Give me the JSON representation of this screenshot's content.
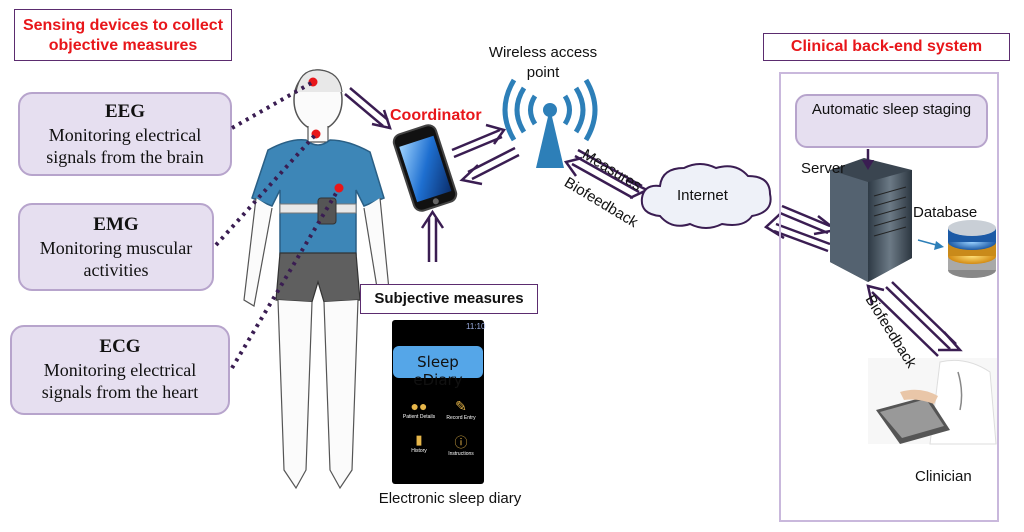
{
  "header": {
    "sensing_title": "Sensing devices to collect objective measures",
    "backend_title": "Clinical back-end system"
  },
  "sensors": [
    {
      "name": "EEG",
      "desc": "Monitoring electrical signals from the brain"
    },
    {
      "name": "EMG",
      "desc": "Monitoring muscular activities"
    },
    {
      "name": "ECG",
      "desc": "Monitoring electrical signals from the heart"
    }
  ],
  "labels": {
    "coordinator": "Coordinator",
    "wireless": "Wireless access point",
    "measures": "Measures",
    "biofeedback_1": "Biofeedback",
    "internet": "Internet",
    "server": "Server",
    "database": "Database",
    "auto_sleep": "Automatic sleep staging",
    "biofeedback_2": "Biofeedback",
    "clinician": "Clinician",
    "subjective": "Subjective measures",
    "diary_caption": "Electronic sleep diary"
  },
  "diary_app": {
    "title": "Sleep eDiary",
    "status_time": "11:10",
    "menu": [
      "Patient Details",
      "Record Entry",
      "History",
      "Instructions"
    ]
  },
  "colors": {
    "accent_red": "#e8161a",
    "arrow_purple": "#3a1d52",
    "box_fill": "#e6dff0",
    "shirt_blue": "#3d86b7"
  }
}
